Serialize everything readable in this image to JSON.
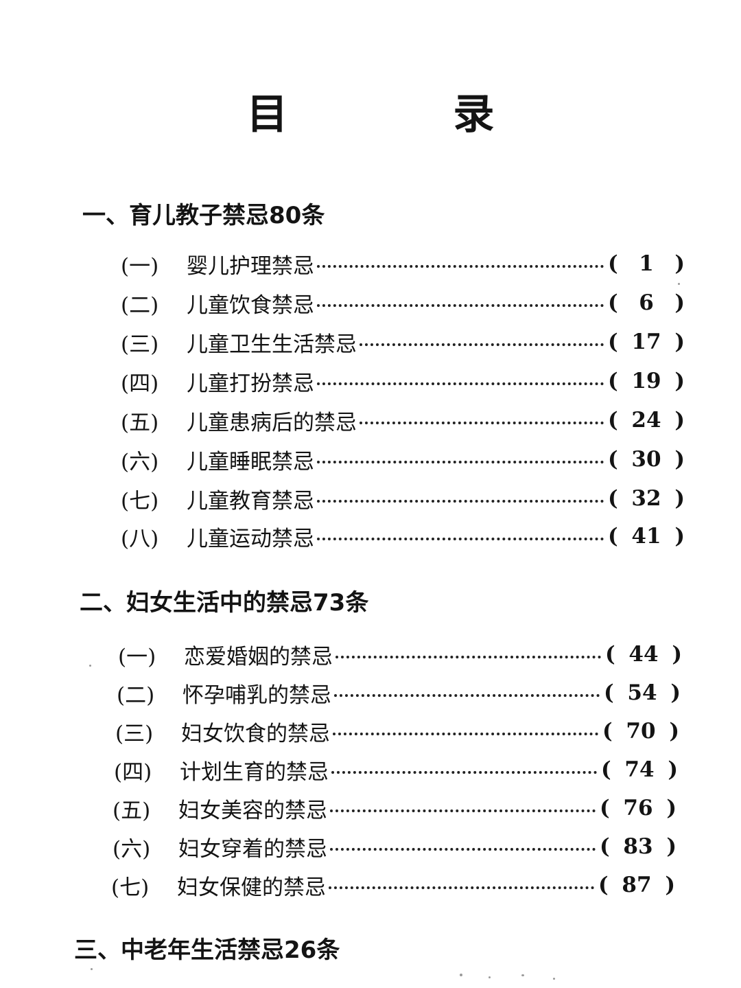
{
  "title": "目 录",
  "sections": [
    {
      "heading": "一、育儿教子禁忌80条",
      "entries": [
        {
          "num": "(一)",
          "label": "婴儿护理禁忌",
          "page": "1"
        },
        {
          "num": "(二)",
          "label": "儿童饮食禁忌",
          "page": "6"
        },
        {
          "num": "(三)",
          "label": "儿童卫生生活禁忌",
          "page": "17"
        },
        {
          "num": "(四)",
          "label": "儿童打扮禁忌",
          "page": "19"
        },
        {
          "num": "(五)",
          "label": "儿童患病后的禁忌",
          "page": "24"
        },
        {
          "num": "(六)",
          "label": "儿童睡眠禁忌",
          "page": "30"
        },
        {
          "num": "(七)",
          "label": "儿童教育禁忌",
          "page": "32"
        },
        {
          "num": "(八)",
          "label": "儿童运动禁忌",
          "page": "41"
        }
      ]
    },
    {
      "heading": "二、妇女生活中的禁忌73条",
      "entries": [
        {
          "num": "(一)",
          "label": "恋爱婚姻的禁忌",
          "page": "44"
        },
        {
          "num": "(二)",
          "label": "怀孕哺乳的禁忌",
          "page": "54"
        },
        {
          "num": "(三)",
          "label": "妇女饮食的禁忌",
          "page": "70"
        },
        {
          "num": "(四)",
          "label": "计划生育的禁忌",
          "page": "74"
        },
        {
          "num": "(五)",
          "label": "妇女美容的禁忌",
          "page": "76"
        },
        {
          "num": "(六)",
          "label": "妇女穿着的禁忌",
          "page": "83"
        },
        {
          "num": "(七)",
          "label": "妇女保健的禁忌",
          "page": "87"
        }
      ]
    },
    {
      "heading": "三、中老年生活禁忌26条",
      "entries": []
    }
  ],
  "page_ref_open": "(",
  "page_ref_close": ")"
}
